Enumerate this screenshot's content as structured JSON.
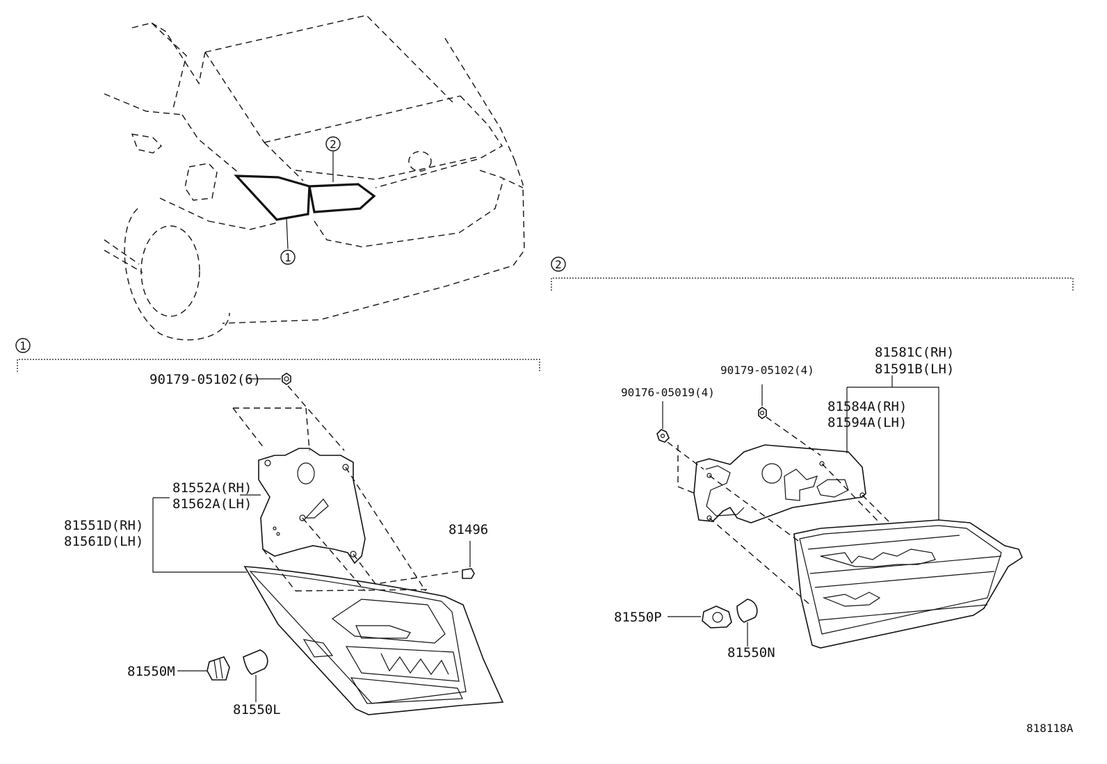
{
  "diagram": {
    "callouts": [
      "1",
      "2"
    ],
    "section1": {
      "marker": "1",
      "parts": {
        "nut_top": "90179-05102(6)",
        "gasket_rh": "81552A(RH)",
        "gasket_lh": "81562A(LH)",
        "lamp_rh": "81551D(RH)",
        "lamp_lh": "81561D(LH)",
        "clip": "81496",
        "socket": "81550M",
        "bulb": "81550L"
      }
    },
    "section2": {
      "marker": "2",
      "parts": {
        "nut_a": "90179-05102(4)",
        "nut_b": "90176-05019(4)",
        "lamp_rh": "81581C(RH)",
        "lamp_lh": "81591B(LH)",
        "gasket_rh": "81584A(RH)",
        "gasket_lh": "81594A(LH)",
        "socket": "81550P",
        "bulb": "81550N"
      }
    },
    "figure_code": "818118A"
  }
}
